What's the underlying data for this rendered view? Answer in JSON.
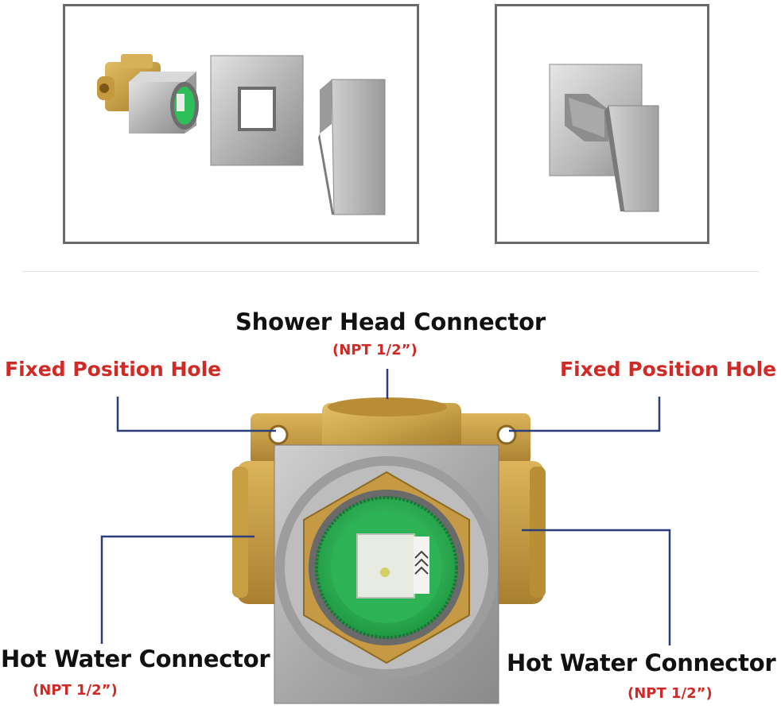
{
  "labels": {
    "shower_head": {
      "title": "Shower Head Connector",
      "spec": "(NPT 1/2”)"
    },
    "fixed_left": "Fixed Position Hole",
    "fixed_right": "Fixed Position Hole",
    "hot_left": {
      "title": "Hot Water Connector",
      "spec": "(NPT 1/2”)"
    },
    "hot_right": {
      "title": "Hot Water Connector",
      "spec": "(NPT 1/2”)"
    }
  },
  "colors": {
    "label_text": "#111111",
    "spec_text": "#cf2a25",
    "leader_line": "#2c3e7a",
    "brass": "#c9a24a",
    "brushed_nickel": "#a8a8a8",
    "cartridge_green": "#2fbf5a",
    "panel_border": "#6a6a6a"
  }
}
